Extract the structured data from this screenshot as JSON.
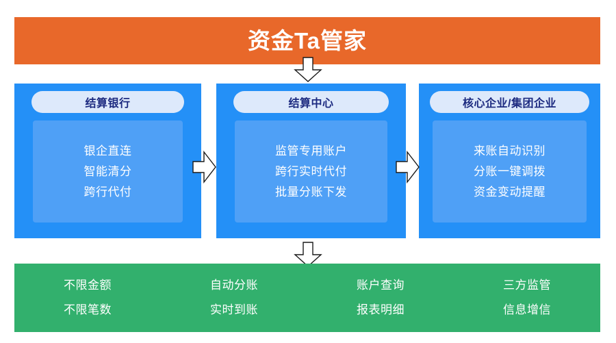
{
  "title": {
    "text": "资金Ta管家"
  },
  "colors": {
    "banner_orange": "#e8682a",
    "column_blue": "#2490f7",
    "panel_blue": "#4fa0f6",
    "header_pill": "#dde9fb",
    "header_text": "#1c2a80",
    "footer_green": "#32b06d",
    "text_white": "#ffffff"
  },
  "columns": [
    {
      "header": "结算银行",
      "items": [
        "银企直连",
        "智能清分",
        "跨行代付"
      ]
    },
    {
      "header": "结算中心",
      "items": [
        "监管专用账户",
        "跨行实时代付",
        "批量分账下发"
      ]
    },
    {
      "header": "核心企业/集团企业",
      "items": [
        "来账自动识别",
        "分账一键调拨",
        "资金变动提醒"
      ]
    }
  ],
  "arrows": [
    {
      "name": "arrow-down-title-to-columns",
      "direction": "down"
    },
    {
      "name": "arrow-right-bank-to-center",
      "direction": "right"
    },
    {
      "name": "arrow-right-center-to-enterprise",
      "direction": "right"
    },
    {
      "name": "arrow-down-columns-to-footer",
      "direction": "down"
    }
  ],
  "footer": {
    "columns": [
      {
        "items": [
          "不限金额",
          "不限笔数"
        ]
      },
      {
        "items": [
          "自动分账",
          "实时到账"
        ]
      },
      {
        "items": [
          "账户查询",
          "报表明细"
        ]
      },
      {
        "items": [
          "三方监管",
          "信息增信"
        ]
      }
    ]
  }
}
